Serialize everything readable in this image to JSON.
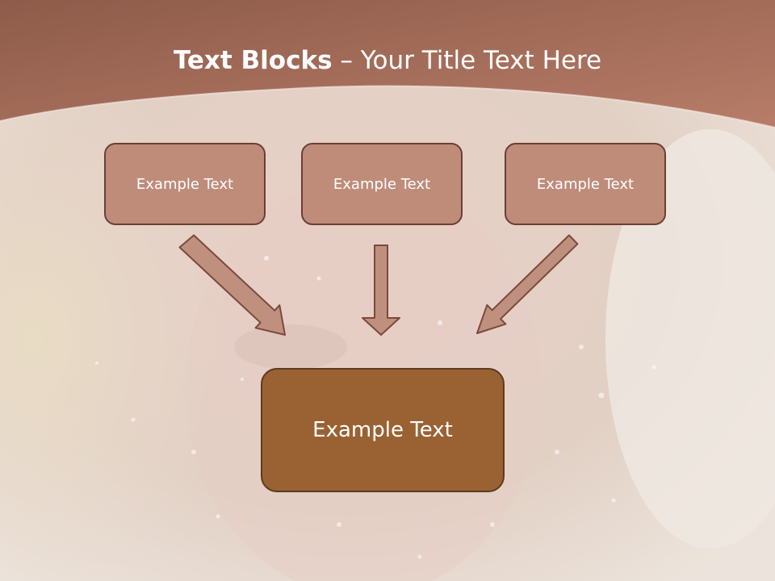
{
  "slide": {
    "title_bold": "Text Blocks",
    "title_rest": " – Your Title Text Here",
    "boxes": [
      "Example Text",
      "Example Text",
      "Example Text"
    ],
    "target": "Example Text"
  },
  "colors": {
    "header": "#a8705d",
    "box_fill": "#bf8c7a",
    "box_border": "#6b3f33",
    "target_fill": "#9a6233",
    "arrow_fill": "#c0907e",
    "arrow_stroke": "#7a4a3c"
  }
}
